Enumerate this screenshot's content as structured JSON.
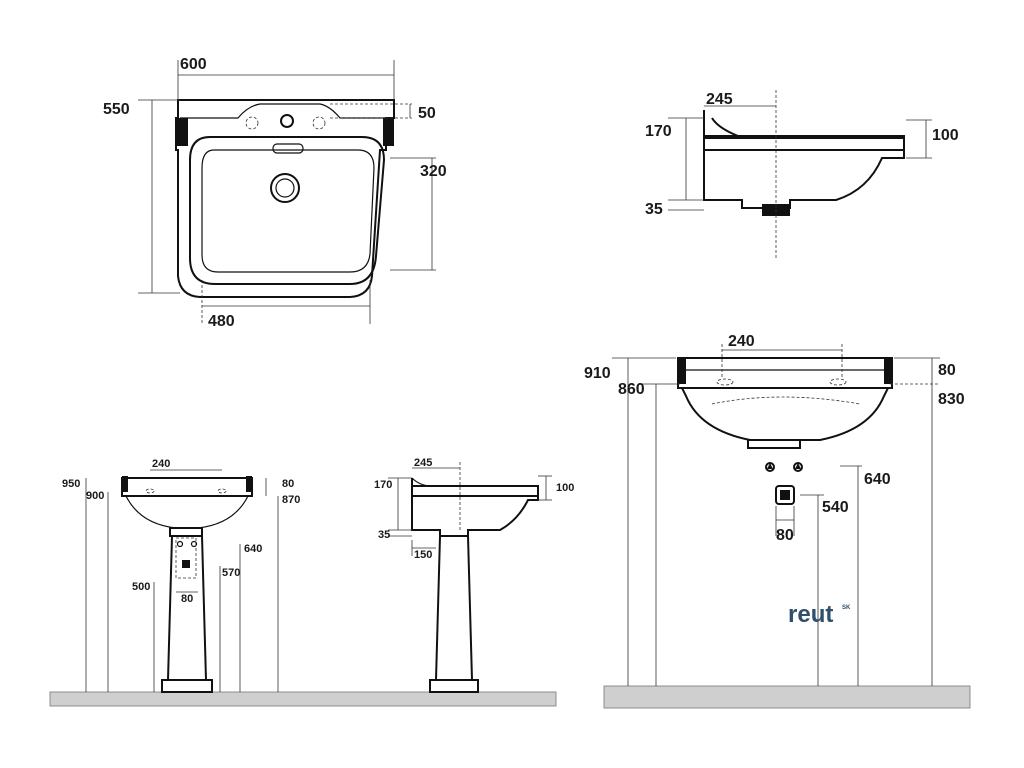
{
  "top_view": {
    "width": "600",
    "depth": "550",
    "rim": "50",
    "bowl_depth": "320",
    "bowl_width": "480"
  },
  "side_view_top": {
    "basin_depth": "245",
    "height": "170",
    "outlet": "35",
    "front": "100"
  },
  "front_pedestal": {
    "tap_spacing": "240",
    "h_950": "950",
    "h_900": "900",
    "rim_80": "80",
    "h_870": "870",
    "h_640": "640",
    "h_570": "570",
    "h_500": "500",
    "drain_80": "80"
  },
  "side_pedestal": {
    "basin_depth": "245",
    "height": "170",
    "front": "100",
    "outlet": "35",
    "pedestal": "150"
  },
  "wall_front": {
    "tap_spacing": "240",
    "h_910": "910",
    "h_860": "860",
    "rim_80": "80",
    "h_830": "830",
    "h_640": "640",
    "h_540": "540",
    "drain_80": "80"
  },
  "brand": {
    "name": "reut",
    "mark": "SK"
  }
}
